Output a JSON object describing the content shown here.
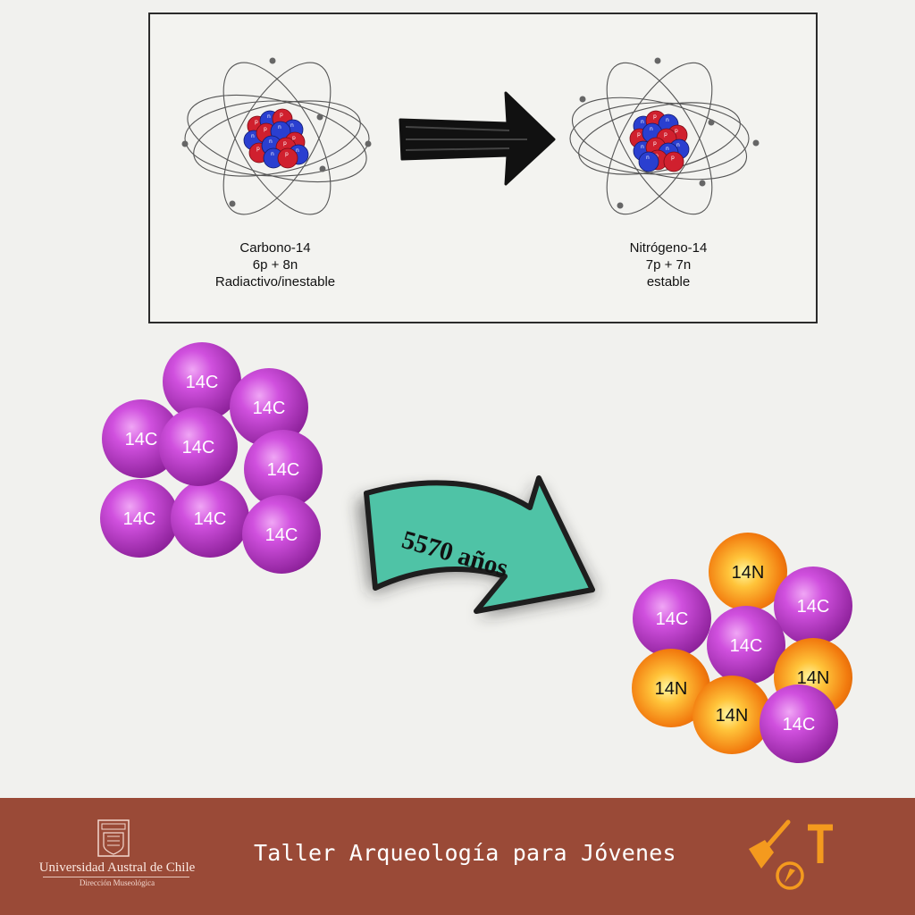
{
  "carbon_atom": {
    "name": "Carbono-14",
    "composition": "6p + 8n",
    "property": "Radiactivo/inestable",
    "nucleon_letters": [
      "p",
      "n"
    ]
  },
  "nitrogen_atom": {
    "name": "Nitrógeno-14",
    "composition": "7p + 7n",
    "property": "estable"
  },
  "decay": {
    "time_label": "5570 años"
  },
  "initial_group": {
    "balls": [
      "14C",
      "14C",
      "14C",
      "14C",
      "14C",
      "14C",
      "14C",
      "14C"
    ]
  },
  "final_group": {
    "balls": [
      "14N",
      "14C",
      "14C",
      "14C",
      "14N",
      "14N",
      "14N",
      "14C"
    ]
  },
  "footer": {
    "title": "Taller Arqueología para Jóvenes",
    "university": "Universidad Austral de Chile",
    "department": "Dirección Museológica"
  },
  "colors": {
    "carbon_ball": "#c23ed1",
    "nitrogen_ball": "#f07a10",
    "arrow_teal": "#4fc3a6",
    "footer_band": "#9a4a37",
    "logo_orange": "#f49a1e"
  }
}
